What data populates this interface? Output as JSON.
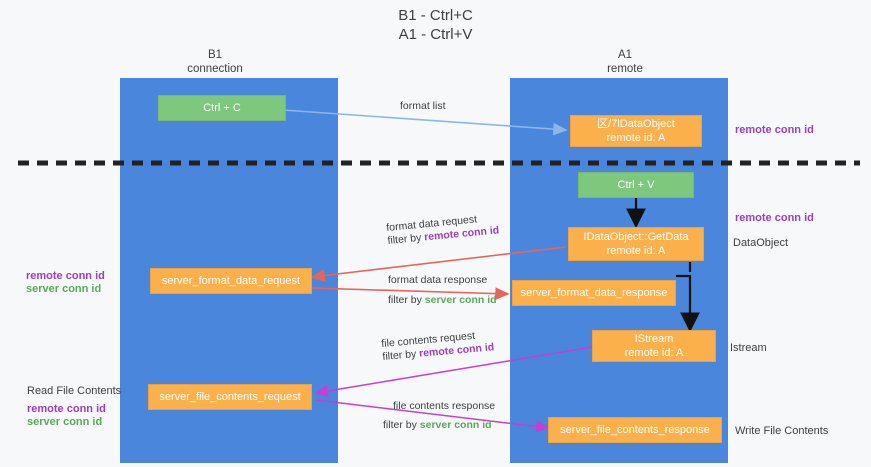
{
  "title": {
    "line1": "B1 - Ctrl+C",
    "line2": "A1 - Ctrl+V"
  },
  "columns": [
    {
      "name": "B1",
      "role": "connection"
    },
    {
      "name": "A1",
      "role": "remote"
    }
  ],
  "colors": {
    "lane": "#4a86dc",
    "green_box": "#7ec87e",
    "orange_box": "#fbb04b",
    "remote_conn_id": "#9b3fbd",
    "server_conn_id": "#5aa95a",
    "format_arrow": "#e8645a",
    "file_arrow": "#c43fd4",
    "copy_arrow": "#8ab7e8",
    "divider": "#222222"
  },
  "boxes": [
    {
      "id": "ctrl-c",
      "label": "Ctrl + C",
      "sub": "",
      "color": "green"
    },
    {
      "id": "idataobject",
      "label": "区/7lDataObject",
      "sub": "remote id: A",
      "color": "orange"
    },
    {
      "id": "ctrl-v",
      "label": "Ctrl + V",
      "sub": "",
      "color": "green"
    },
    {
      "id": "getdata",
      "label": "IDataObject::GetData",
      "sub": "remote id: A",
      "color": "orange"
    },
    {
      "id": "fmt-request",
      "label": "server_format_data_request",
      "sub": "",
      "color": "orange"
    },
    {
      "id": "fmt-response",
      "label": "server_format_data_response",
      "sub": "",
      "color": "orange"
    },
    {
      "id": "istream",
      "label": "IStream",
      "sub": "remote id: A",
      "color": "orange"
    },
    {
      "id": "file-request",
      "label": "server_file_contents_request",
      "sub": "",
      "color": "orange"
    },
    {
      "id": "file-response",
      "label": "server_file_contents_response",
      "sub": "",
      "color": "orange"
    }
  ],
  "edges": [
    {
      "id": "format-list",
      "label": "format list",
      "filter": "",
      "filter_kind": ""
    },
    {
      "id": "fmt-data-req",
      "label": "format data request",
      "filter": "remote conn id",
      "filter_kind": "purple",
      "prefix": "filter by "
    },
    {
      "id": "fmt-data-res",
      "label": "format data response",
      "filter": "server conn id",
      "filter_kind": "green",
      "prefix": "filter by "
    },
    {
      "id": "file-con-req",
      "label": "file contents request",
      "filter": "remote conn id",
      "filter_kind": "purple",
      "prefix": "filter by "
    },
    {
      "id": "file-con-res",
      "label": "file contents response",
      "filter": "server conn id",
      "filter_kind": "green",
      "prefix": "filter by "
    }
  ],
  "annotations": {
    "right_remote_top": "remote conn id",
    "right_remote_mid": "remote conn id",
    "right_dataobject": "DataObject",
    "right_istream": "Istream",
    "right_write_file": "Write File Contents",
    "left_remote_conn": "remote conn id",
    "left_server_conn": "server conn id",
    "left_read_file": "Read File Contents",
    "left_remote_conn2": "remote conn id",
    "left_server_conn2": "server conn id"
  }
}
